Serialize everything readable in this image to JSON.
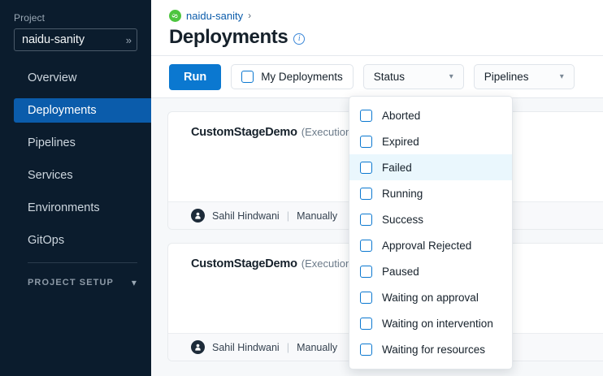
{
  "sidebar": {
    "project_label": "Project",
    "project_value": "naidu-sanity",
    "project_chevron": "chevron-double-right-icon",
    "nav_items": [
      {
        "label": "Overview",
        "active": false
      },
      {
        "label": "Deployments",
        "active": true
      },
      {
        "label": "Pipelines",
        "active": false
      },
      {
        "label": "Services",
        "active": false
      },
      {
        "label": "Environments",
        "active": false
      },
      {
        "label": "GitOps",
        "active": false
      }
    ],
    "section_label": "PROJECT SETUP",
    "section_chevron": "chevron-down-icon"
  },
  "header": {
    "breadcrumb_icon": "project-green-icon",
    "breadcrumb_link": "naidu-sanity",
    "breadcrumb_separator": "›",
    "title": "Deployments",
    "info_icon": "info-icon",
    "info_glyph": "i"
  },
  "toolbar": {
    "run_label": "Run",
    "my_deployments_label": "My Deployments",
    "my_deployments_checked": false,
    "status_label": "Status",
    "pipelines_label": "Pipelines",
    "chevron": "⌄"
  },
  "status_dropdown": {
    "open": true,
    "items": [
      {
        "label": "Aborted",
        "checked": false,
        "hovered": false
      },
      {
        "label": "Expired",
        "checked": false,
        "hovered": false
      },
      {
        "label": "Failed",
        "checked": false,
        "hovered": true
      },
      {
        "label": "Running",
        "checked": false,
        "hovered": false
      },
      {
        "label": "Success",
        "checked": false,
        "hovered": false
      },
      {
        "label": "Approval Rejected",
        "checked": false,
        "hovered": false
      },
      {
        "label": "Paused",
        "checked": false,
        "hovered": false
      },
      {
        "label": "Waiting on approval",
        "checked": false,
        "hovered": false
      },
      {
        "label": "Waiting on intervention",
        "checked": false,
        "hovered": false
      },
      {
        "label": "Waiting for resources",
        "checked": false,
        "hovered": false
      }
    ]
  },
  "executions": [
    {
      "name": "CustomStageDemo",
      "execution_id": "(Execution Id",
      "user": "Sahil Hindwani",
      "trigger": "Manually",
      "separator": "|"
    },
    {
      "name": "CustomStageDemo",
      "execution_id": "(Execution Id",
      "user": "Sahil Hindwani",
      "trigger": "Manually",
      "separator": "|"
    }
  ],
  "colors": {
    "sidebar_bg": "#0b1c2d",
    "active_nav": "#0b5cab",
    "primary_button": "#0b78d0",
    "link": "#0b5cab",
    "breadcrumb_icon": "#4dc53f",
    "hover_row": "#eaf7fd",
    "page_bg": "#f6f8fa"
  }
}
